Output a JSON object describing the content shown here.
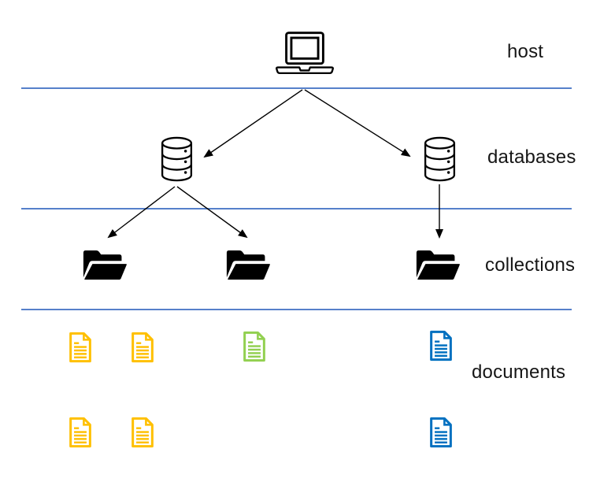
{
  "diagram": {
    "type": "hierarchy",
    "levels": [
      {
        "name": "host",
        "label": "host",
        "icon": "laptop",
        "item_count": 1
      },
      {
        "name": "databases",
        "label": "databases",
        "icon": "database-cylinder",
        "item_count": 2
      },
      {
        "name": "collections",
        "label": "collections",
        "icon": "open-folder",
        "item_count": 3
      },
      {
        "name": "documents",
        "label": "documents",
        "icon": "document",
        "rows": [
          [
            {
              "color": "#FFC000"
            },
            {
              "color": "#FFC000"
            },
            {
              "color": "#92D050"
            },
            {
              "color": "#0070C0"
            }
          ],
          [
            {
              "color": "#FFC000"
            },
            {
              "color": "#FFC000"
            },
            {
              "color": "#0070C0"
            }
          ]
        ]
      }
    ],
    "edges": [
      {
        "from": "host",
        "to": "database-1"
      },
      {
        "from": "host",
        "to": "database-2"
      },
      {
        "from": "database-1",
        "to": "collection-1"
      },
      {
        "from": "database-1",
        "to": "collection-2"
      },
      {
        "from": "database-2",
        "to": "collection-3"
      }
    ]
  },
  "colors": {
    "background": "#FFFFFF",
    "divider_line": "#4472C4",
    "arrow": "#000000",
    "icon_black": "#000000",
    "doc_yellow": "#FFC000",
    "doc_green": "#92D050",
    "doc_blue": "#0070C0"
  }
}
